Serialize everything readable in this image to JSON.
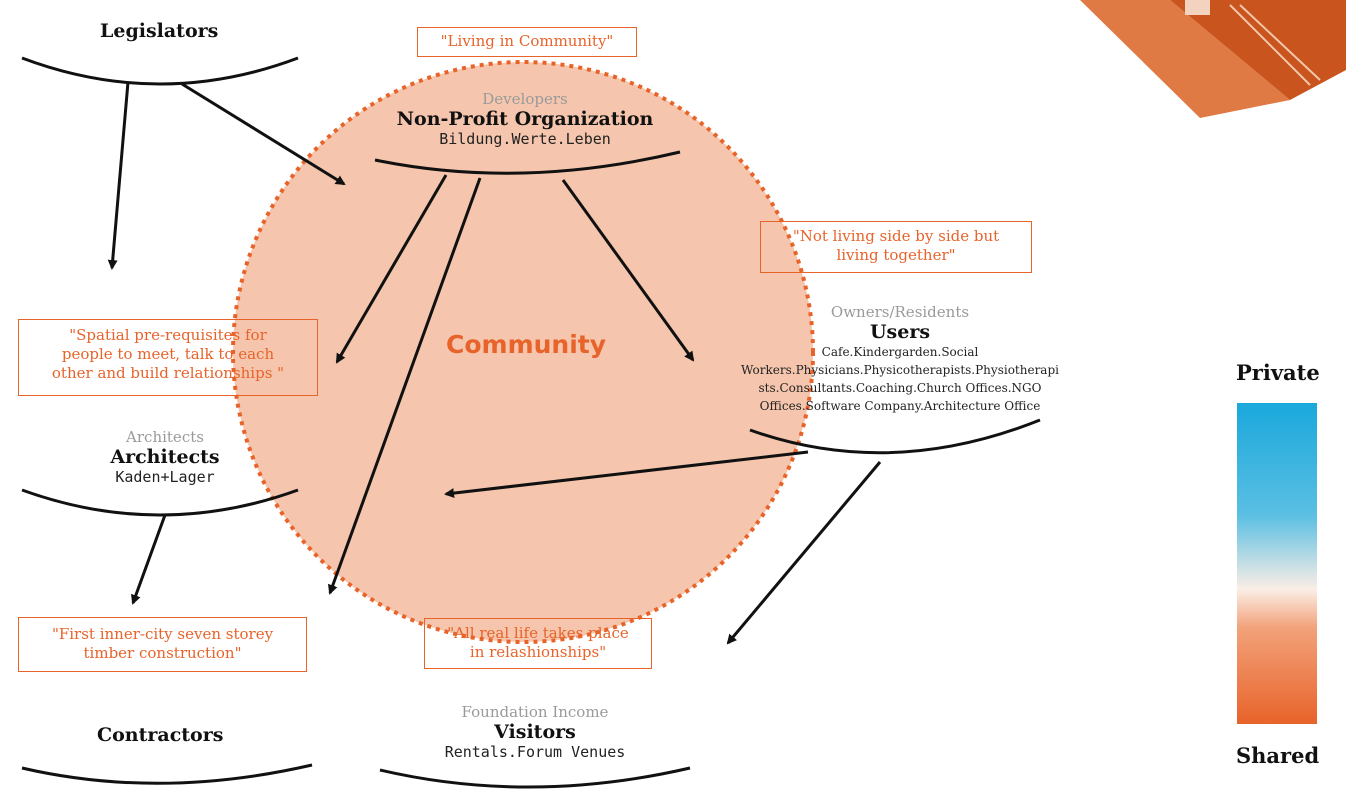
{
  "community": {
    "label": "Community"
  },
  "groups": {
    "legislators": {
      "title": "Legislators"
    },
    "developers": {
      "role": "Developers",
      "title": "Non-Profit Organization",
      "sub": "Bildung.Werte.Leben"
    },
    "users": {
      "role": "Owners/Residents",
      "title": "Users",
      "sub_lines": [
        "Cafe.Kindergarden.Social",
        "Workers.Physicians.Physicotherapists.Physiotherapi",
        "sts.Consultants.Coaching.Church Offices.NGO",
        "Offices.Software Company.Architecture Office"
      ]
    },
    "architects": {
      "role": "Architects",
      "title": "Architects",
      "sub": "Kaden+Lager"
    },
    "contractors": {
      "title": "Contractors"
    },
    "visitors": {
      "role": "Foundation Income",
      "title": "Visitors",
      "sub": "Rentals.Forum Venues"
    }
  },
  "quotes": {
    "living_in_community": "\"Living in Community\"",
    "not_side_by_side": [
      "\"Not living side by side but",
      "living together\""
    ],
    "spatial": [
      "\"Spatial pre-requisites for",
      "people to meet, talk to each",
      "other and build relationships \""
    ],
    "timber": [
      "\"First inner-city seven storey",
      "timber construction\""
    ],
    "real_life": [
      "\"All real life takes place",
      "in relashionships\""
    ]
  },
  "legend": {
    "top_label": "Private",
    "bottom_label": "Shared",
    "colors": {
      "private": "#1aa8dc",
      "shared": "#e8632a"
    }
  },
  "colors": {
    "accent": "#e8632a",
    "circle_fill": "#f5c6ad",
    "line": "#111111"
  }
}
